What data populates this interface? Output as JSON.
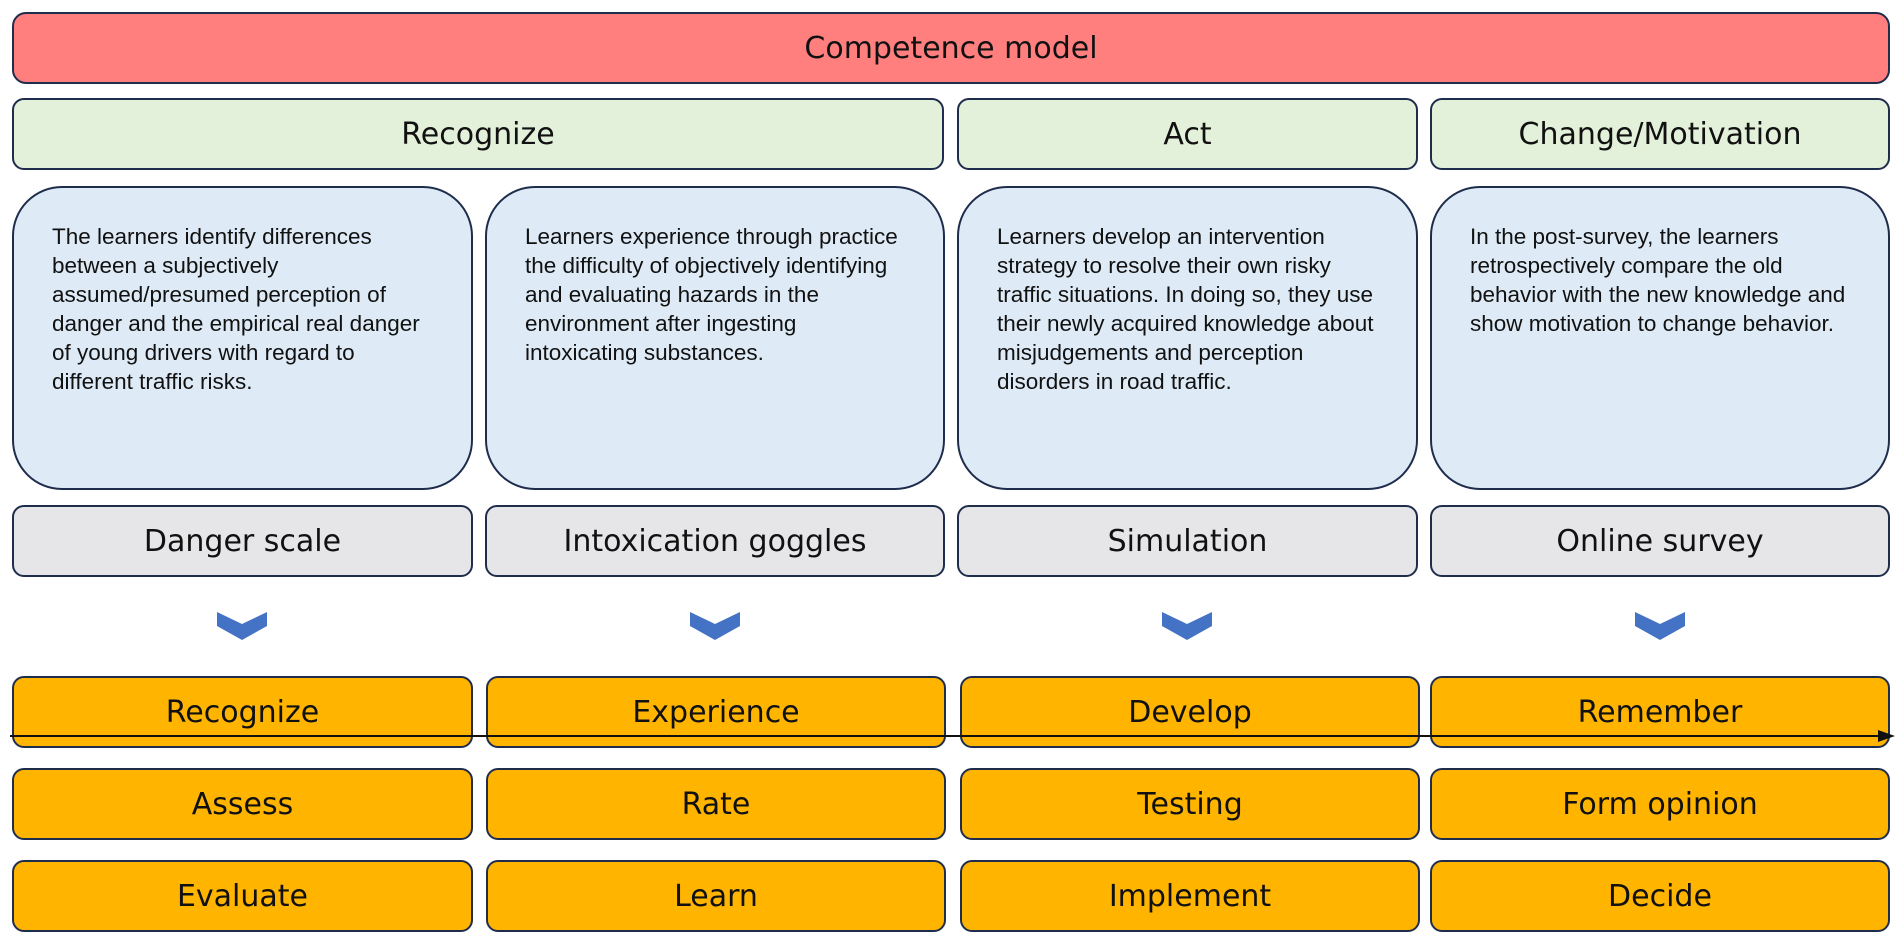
{
  "title": "Competence model",
  "headers": [
    "Recognize",
    "Act",
    "Change/Motivation"
  ],
  "descriptions": [
    "The learners identify differences between a subjectively assumed/presumed perception of danger and the empirical real danger of young drivers with regard to different traffic risks.",
    "Learners experience through practice the difficulty of objectively identifying and evaluating hazards in the environment after ingesting intoxicating substances.",
    "Learners develop an intervention strategy to resolve their own risky traffic situations. In doing so, they use their newly acquired knowledge about misjudgements and perception disorders in road traffic.",
    "In the post-survey, the learners retrospectively compare the old behavior with the new knowledge and show motivation to change behavior."
  ],
  "tools": [
    "Danger scale",
    "Intoxication goggles",
    "Simulation",
    "Online survey"
  ],
  "steps": [
    [
      "Recognize",
      "Experience",
      "Develop",
      "Remember"
    ],
    [
      "Assess",
      "Rate",
      "Testing",
      "Form opinion"
    ],
    [
      "Evaluate",
      "Learn",
      "Implement",
      "Decide"
    ]
  ],
  "colors": {
    "title_fill": "#ff7f7f",
    "header_fill": "#e3f0da",
    "description_fill": "#deebf6",
    "tool_fill": "#e6e6e8",
    "step_fill": "#ffb400",
    "chevron": "#4472c4",
    "border": "#1f2d4d"
  }
}
